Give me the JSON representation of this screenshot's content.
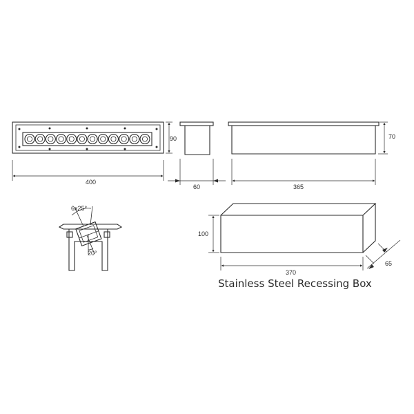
{
  "caption": "Stainless Steel Recessing Box",
  "front_view": {
    "width_label": "400",
    "height_label": "90",
    "led_count": 12
  },
  "side_view": {
    "width_label": "60"
  },
  "top_view": {
    "length_label": "365",
    "height_label": "70"
  },
  "tilt_detail": {
    "beam_label": "6x25°",
    "tilt_label": "20°"
  },
  "box_view": {
    "length_label": "370",
    "height_label": "100",
    "depth_label": "65"
  },
  "colors": {
    "line": "#2b2b2b",
    "background": "#ffffff"
  }
}
